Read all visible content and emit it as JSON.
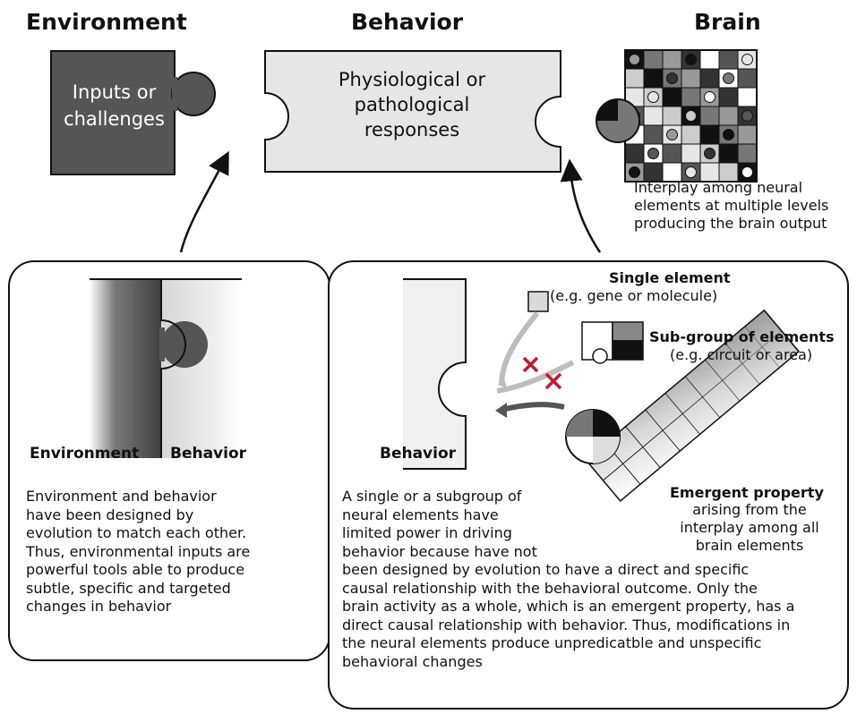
{
  "headings": {
    "environment": "Environment",
    "behavior": "Behavior",
    "brain": "Brain"
  },
  "top_pieces": {
    "environment_piece_text": [
      "Inputs or",
      "challenges"
    ],
    "behavior_piece_text": [
      "Physiological or",
      "pathological",
      "responses"
    ],
    "brain_caption": [
      "Interplay among neural",
      "elements at multiple levels",
      "producing the brain output"
    ]
  },
  "left_panel": {
    "environment_label": "Environment",
    "behavior_label": "Behavior",
    "description": [
      "Environment and behavior",
      "have been designed by",
      "evolution to match each other.",
      "Thus, environmental inputs are",
      "powerful tools able to produce",
      "subtle, specific and targeted",
      "changes in behavior"
    ]
  },
  "right_panel": {
    "single_element_title": "Single element",
    "single_element_example": "(e.g. gene or molecule)",
    "subgroup_title": "Sub-group of elements",
    "subgroup_example": "(e.g. circuit or area)",
    "behavior_label": "Behavior",
    "emergent_title": "Emergent property",
    "emergent_desc": [
      "arising from the",
      "interplay among all",
      "brain elements"
    ],
    "description_narrow": [
      "A single or a subgroup of",
      "neural elements have",
      "limited power in driving",
      "behavior because have not"
    ],
    "description_wide": [
      "been designed by evolution to have a direct and specific",
      "causal relationship with the behavioral outcome. Only the",
      "brain activity as a whole, which is an emergent property, has a",
      "direct causal relationship with behavior. Thus, modifications in",
      "the neural elements produce unpredicatble and unspecific",
      "behavioral changes"
    ]
  },
  "colors": {
    "dark_piece": "#555555",
    "light_piece": "#e6e6e6",
    "cross_red": "#c41a2b",
    "outline": "#111111"
  }
}
